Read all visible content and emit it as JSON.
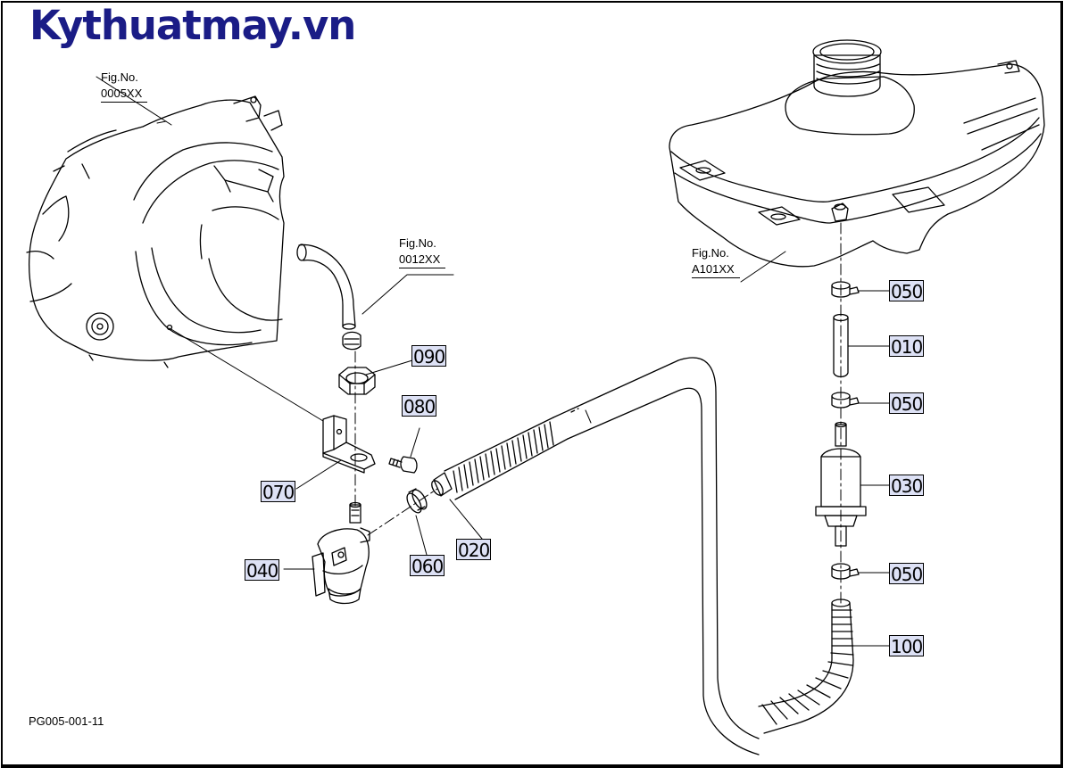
{
  "brand": {
    "text": "Kythuatmay.vn",
    "color": "#1a1c86"
  },
  "figure_refs": [
    {
      "line1": "Fig.No.",
      "line2": "0005XX"
    },
    {
      "line1": "Fig.No.",
      "line2": "0012XX"
    },
    {
      "line1": "Fig.No.",
      "line2": "A101XX"
    }
  ],
  "callouts": [
    "050",
    "010",
    "050",
    "030",
    "050",
    "100",
    "090",
    "080",
    "070",
    "040",
    "060",
    "020"
  ],
  "drawing_code": "PG005-001-11",
  "colors": {
    "callout_bg": "#dde1f5",
    "line": "#000000"
  }
}
